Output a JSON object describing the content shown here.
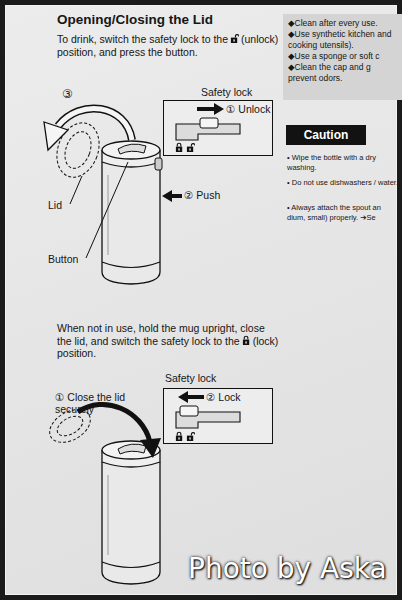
{
  "diagram": {
    "title": "Opening/Closing the Lid",
    "nodes": [
      {
        "text": [
          "◆Clean after every use.",
          "◆Use synthetic kitchen and cooking utensils).",
          "◆Use a sponge or soft c",
          "◆Clean the cap and g prevent odors."
        ]
      },
      {
        "text": [
          "Safety lock",
          "① Unlock"
        ]
      },
      {
        "text": [
          "Caution"
        ]
      },
      {
        "text": [
          "Safety lock",
          "② Lock"
        ]
      }
    ],
    "labels": [
      "To drink, switch the safety lock to the",
      "(unlock) position, and press the button.",
      "③",
      "Lid",
      "② Push",
      "Button",
      "When not in use, hold the mug upright, close the lid, and switch the safety lock to the",
      "(lock) position.",
      "① Close the lid securely",
      "• Wipe the bottle with a dry washing.",
      "• Do not use dishwashers / water.",
      "• Always attach the spout an dium, small) properly. ➔Se",
      "Photo by Aska"
    ]
  }
}
